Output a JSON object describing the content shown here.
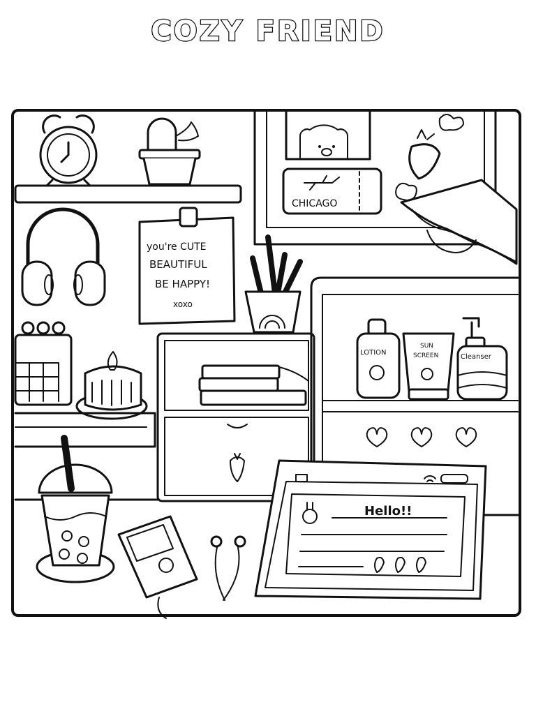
{
  "title": "COZY FRIEND",
  "note": {
    "line1": "you're CUTE",
    "line2": "BEAUTIFUL",
    "line3": "BE HAPPY!",
    "sign": "xoxo"
  },
  "ticket": {
    "city": "CHICAGO"
  },
  "bottles": {
    "lotion": "LOTION",
    "sunscreen1": "SUN",
    "sunscreen2": "SCREEN",
    "cleanser": "Cleanser"
  },
  "tablet": {
    "message": "Hello!!"
  },
  "colors": {
    "line": "#111111",
    "background": "#ffffff"
  }
}
